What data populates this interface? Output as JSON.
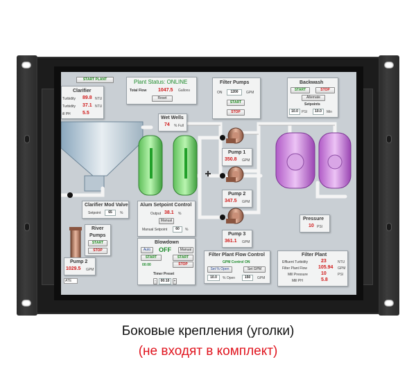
{
  "caption": {
    "line1": "Боковые крепления (уголки)",
    "line2": "(не входят в комплект)",
    "line2_color": "#e0141e"
  },
  "hmi": {
    "start_plant": "START PLANT",
    "clarifier": {
      "title": "Clarifier",
      "rows": [
        {
          "label": "Turbidity",
          "value": "89.8",
          "unit": "NTU"
        },
        {
          "label": "Turbidity",
          "value": "37.1",
          "unit": "NTU"
        },
        {
          "label": "ill PH",
          "value": "5.5",
          "unit": ""
        }
      ]
    },
    "plant_status": {
      "title": "Plant Status: ONLINE",
      "flow_label": "Total Flow",
      "flow_value": "1047.5",
      "flow_unit": "Gallons",
      "reset": "Reset"
    },
    "filter_pumps": {
      "title": "Filter Pumps",
      "on_label": "ON",
      "on_value": "1200",
      "unit": "GPM",
      "start": "START",
      "stop": "STOP"
    },
    "backwash": {
      "title": "Backwash",
      "start": "START",
      "stop": "STOP",
      "alternate": "Alternate",
      "setpoints": "Setpoints",
      "sp1": "10.0",
      "sp1_unit": "PSI",
      "sp2": "10.0",
      "sp2_unit": "Min"
    },
    "wet_wells": {
      "title": "Wet Wells",
      "value": "74",
      "unit": "% Full"
    },
    "pump1": {
      "title": "Pump 1",
      "value": "350.8",
      "unit": "GPM"
    },
    "pump2": {
      "title": "Pump 2",
      "value": "347.5",
      "unit": "GPM"
    },
    "pump3": {
      "title": "Pump 3",
      "value": "361.1",
      "unit": "GPM"
    },
    "pressure": {
      "title": "Pressure",
      "value": "10",
      "unit": "PSI"
    },
    "clarifier_valve": {
      "title": "Clarifier Mod Valve",
      "label": "Setpoint",
      "value": "65",
      "unit": "%"
    },
    "alum": {
      "title": "Alum Setpoint Control",
      "output_label": "Output",
      "output_value": "38.1",
      "output_unit": "%",
      "manual": "Manual",
      "manual_sp_label": "Manual Setpoint",
      "manual_sp_value": "60",
      "manual_sp_unit": "%"
    },
    "river_pumps": {
      "title": "River",
      "title2": "Pumps",
      "start": "START",
      "stop": "STOP"
    },
    "pump2_left": {
      "title": "Pump 2",
      "value": "1029.5",
      "unit": "GPM"
    },
    "blowdown": {
      "title": "Blowdown",
      "auto": "Auto",
      "state": "OFF",
      "manual": "Manual",
      "start": "START",
      "stop": "STOP",
      "time": "00:00",
      "timer_label": "Timer Preset",
      "timer_value": "00:10"
    },
    "flow_control": {
      "title": "Filter Plant Flow Control",
      "status": "GPM Control ON",
      "btn1": "Set % Open",
      "btn2": "Set GPM",
      "open_value": "10.0",
      "open_unit": "% Open",
      "gpm_value": "150",
      "gpm_unit": "GPM"
    },
    "filter_plant": {
      "title": "Filter Plant",
      "rows": [
        {
          "label": "Effluent Turbidity",
          "value": "23",
          "unit": "NTU"
        },
        {
          "label": "Filter Plant Flow",
          "value": "105.94",
          "unit": "GPM"
        },
        {
          "label": "Mill Pressure",
          "value": "10",
          "unit": "PSI"
        },
        {
          "label": "Mill PH",
          "value": "5.8",
          "unit": ""
        }
      ]
    },
    "date_fragment": "ATE"
  }
}
